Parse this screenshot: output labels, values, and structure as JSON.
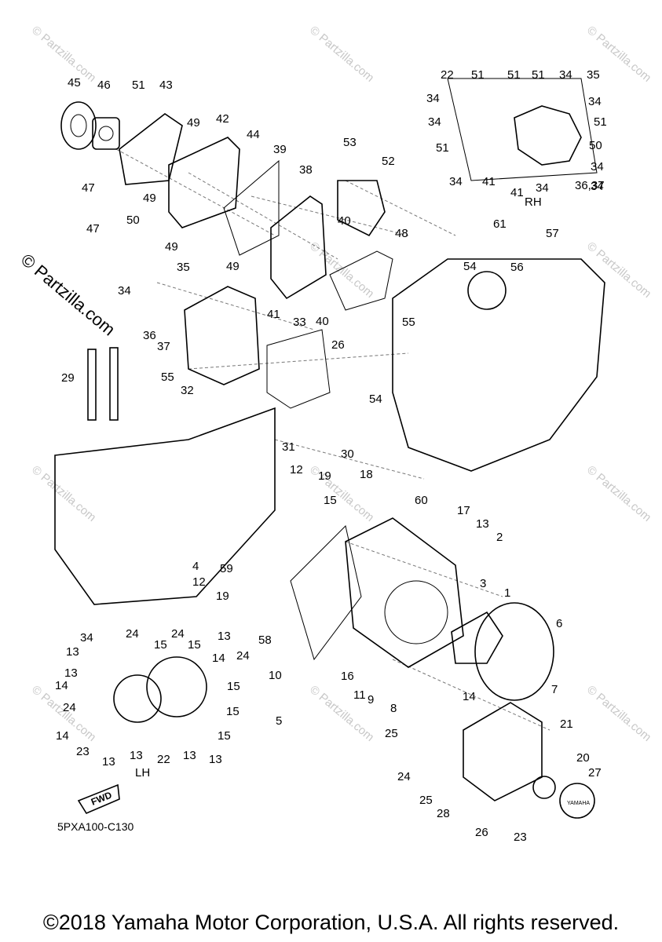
{
  "watermark": "© Partzilla.com",
  "diagram_code": "5PXA100-C130",
  "rh_label": "RH",
  "lh_label": "LH",
  "fwd_label": "FWD",
  "cover_logo": "YAMAHA",
  "copyright": "©2018 Yamaha Motor Corporation, U.S.A. All rights reserved.",
  "callouts": [
    "45",
    "46",
    "51",
    "43",
    "49",
    "42",
    "44",
    "39",
    "53",
    "52",
    "38",
    "47",
    "49",
    "47",
    "50",
    "49",
    "49",
    "40",
    "48",
    "61",
    "57",
    "54",
    "56",
    "35",
    "34",
    "41",
    "33",
    "40",
    "55",
    "36",
    "37",
    "26",
    "32",
    "29",
    "55",
    "54",
    "30",
    "31",
    "12",
    "19",
    "18",
    "60",
    "15",
    "17",
    "13",
    "2",
    "3",
    "1",
    "6",
    "4",
    "12",
    "59",
    "19",
    "58",
    "16",
    "9",
    "11",
    "8",
    "10",
    "7",
    "5",
    "14",
    "25",
    "21",
    "24",
    "28",
    "20",
    "25",
    "27",
    "26",
    "23",
    "22",
    "51",
    "51",
    "51",
    "34",
    "35",
    "34",
    "34",
    "51",
    "34",
    "51",
    "50",
    "34",
    "41",
    "41",
    "34",
    "36,37",
    "34",
    "34",
    "34",
    "24",
    "24",
    "15",
    "15",
    "13",
    "13",
    "14",
    "13",
    "24",
    "15",
    "14",
    "15",
    "24",
    "14",
    "15",
    "23",
    "13",
    "13",
    "22",
    "13",
    "13"
  ]
}
